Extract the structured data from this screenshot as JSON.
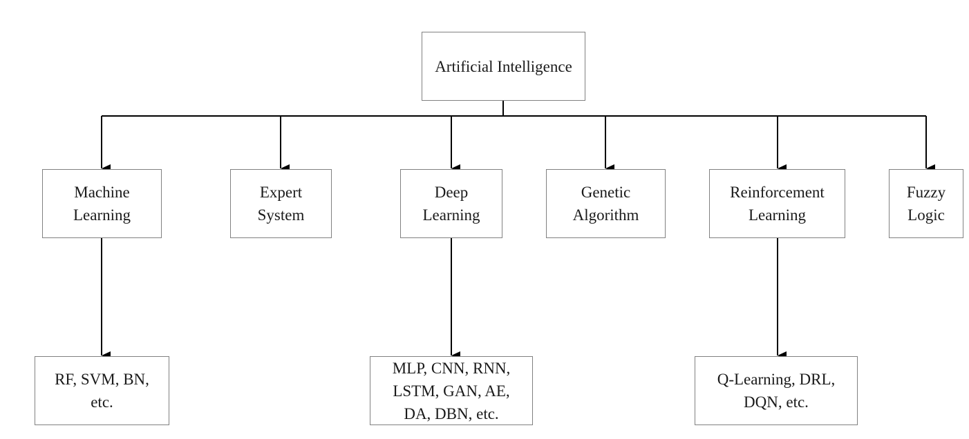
{
  "diagram": {
    "root": {
      "label": "Artificial Intelligence"
    },
    "categories": [
      {
        "label": "Machine\nLearning"
      },
      {
        "label": "Expert\nSystem"
      },
      {
        "label": "Deep\nLearning"
      },
      {
        "label": "Genetic\nAlgorithm"
      },
      {
        "label": "Reinforcement\nLearning"
      },
      {
        "label": "Fuzzy\nLogic"
      }
    ],
    "examples": [
      {
        "label": "RF, SVM, BN,\netc."
      },
      {
        "label": "MLP, CNN, RNN,\nLSTM, GAN, AE,\nDA, DBN, etc."
      },
      {
        "label": "Q-Learning, DRL,\nDQN, etc."
      }
    ]
  }
}
